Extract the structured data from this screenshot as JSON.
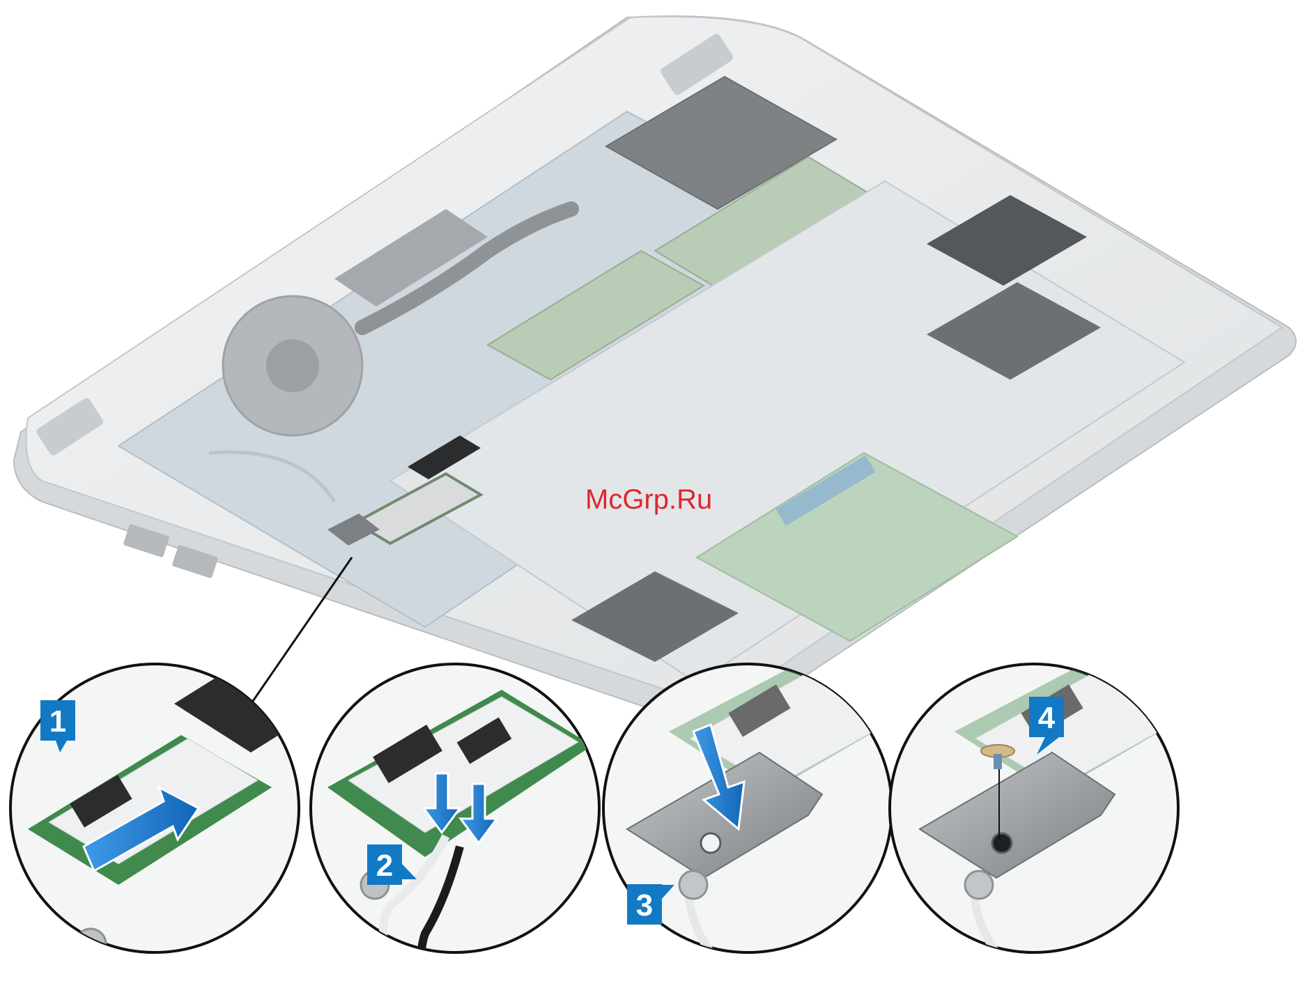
{
  "watermark": "McGrp.Ru",
  "steps": [
    {
      "number": "1"
    },
    {
      "number": "2"
    },
    {
      "number": "3"
    },
    {
      "number": "4"
    }
  ],
  "colors": {
    "step_badge": "#1279c5",
    "arrow": "#1e7fd0",
    "pcb_green": "#3f8a4c",
    "chassis": "#e9ebec",
    "bracket": "#8c8f92",
    "watermark": "#e0262d"
  }
}
